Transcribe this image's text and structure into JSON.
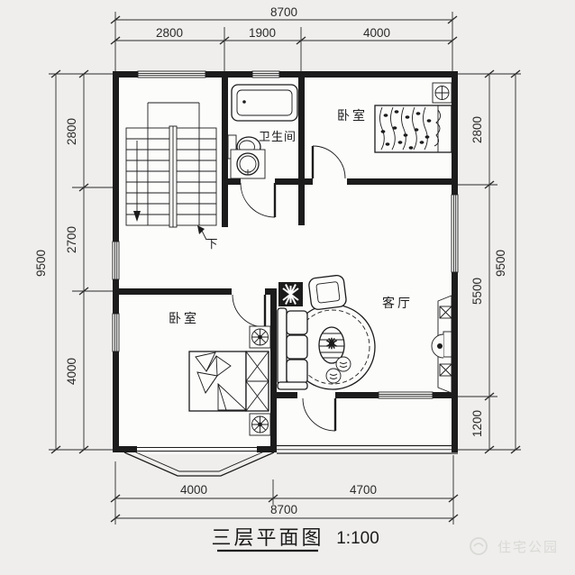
{
  "title": {
    "text": "三层平面图",
    "scale": "1:100"
  },
  "watermark": {
    "text": "住宅公园"
  },
  "labels": {
    "bedroom_top": "卧室",
    "bedroom_bottom": "卧室",
    "bathroom": "卫生间",
    "living_room": "客厅",
    "stair_down": "下"
  },
  "dimensions": {
    "top": {
      "total": "8700",
      "segments": [
        "2800",
        "1900",
        "4000"
      ]
    },
    "left": {
      "total": "9500",
      "segments": [
        "2800",
        "2700",
        "4000"
      ]
    },
    "right": {
      "total": "9500",
      "segments": [
        "2800",
        "5500",
        "1200"
      ]
    },
    "bottom": {
      "total": "8700",
      "segments": [
        "4000",
        "4700"
      ]
    }
  },
  "colors": {
    "background": "#efeeec",
    "paper": "#fcfcfb",
    "line": "#1c1c1c",
    "dim": "#2b2b2b",
    "watermark": "#d9d9d6"
  }
}
